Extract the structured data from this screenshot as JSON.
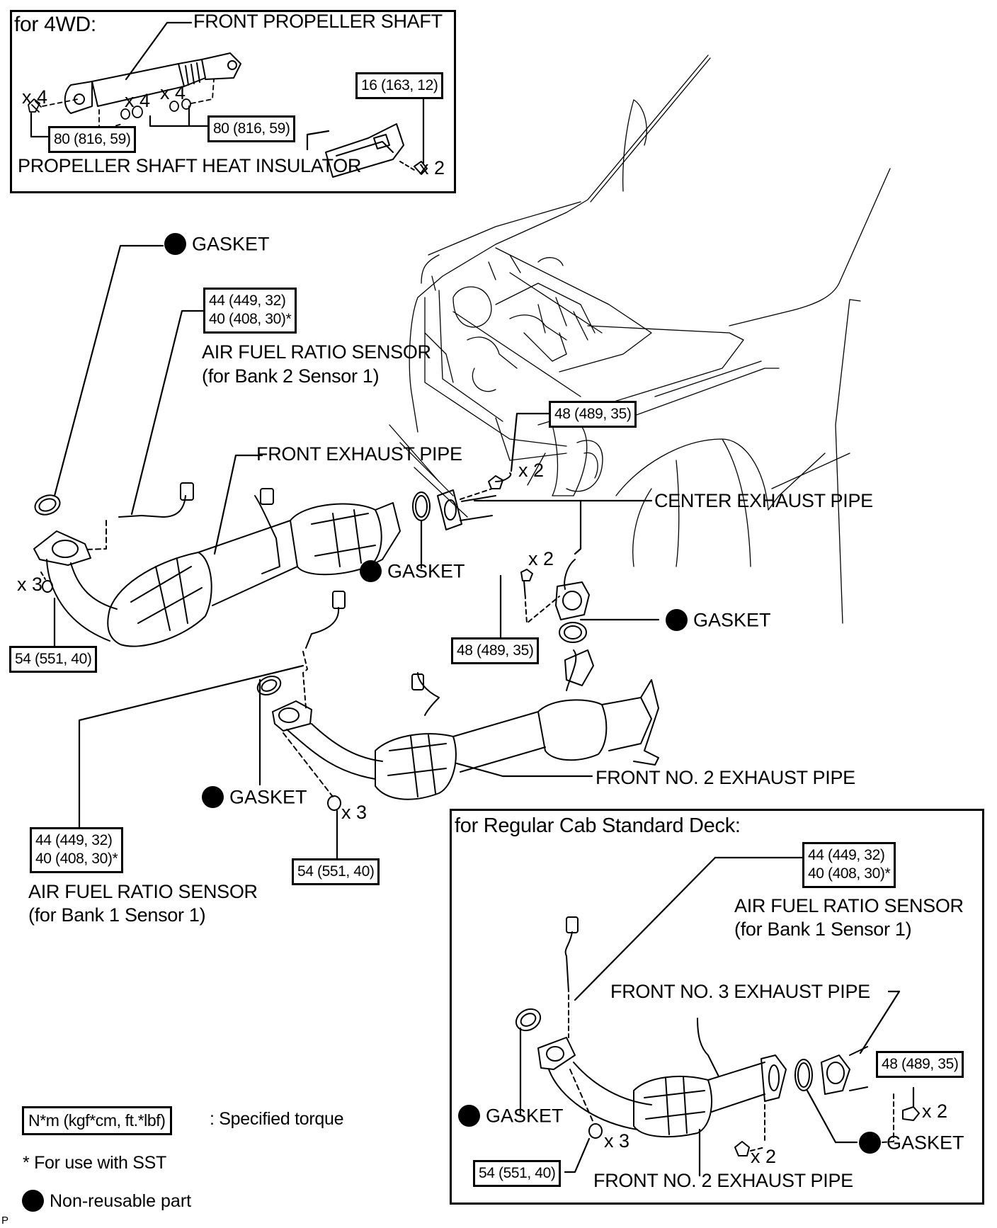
{
  "diagram": {
    "type": "exploded parts diagram",
    "colors": {
      "ink": "#000000",
      "background": "#ffffff"
    }
  },
  "inset_4wd": {
    "title": "for 4WD:",
    "front_propeller_shaft": "FRONT PROPELLER SHAFT",
    "heat_insulator": "PROPELLER SHAFT HEAT INSULATOR",
    "torque_bolt": "80 (816, 59)",
    "torque_nut": "80 (816, 59)",
    "torque_insulator": "16 (163, 12)",
    "qty_bolt": "x 4",
    "qty_washer": "x 4",
    "qty_nut": "x 4",
    "qty_insulator_bolt": "x 2"
  },
  "main": {
    "gasket_label": "GASKET",
    "af_sensor_bank2": {
      "name": "AIR FUEL RATIO SENSOR",
      "sub": "(for Bank 2 Sensor 1)",
      "torque_1": "44 (449, 32)",
      "torque_2": "40 (408, 30)*"
    },
    "front_exhaust_pipe": "FRONT EXHAUST PIPE",
    "center_exhaust_pipe": "CENTER EXHAUST PIPE",
    "torque_center_top": "48 (489, 35)",
    "qty_center_top": "x 2",
    "torque_center_bottom": "48 (489, 35)",
    "qty_center_bottom": "x 2",
    "qty_front_nut": "x 3",
    "torque_front_nut": "54 (551, 40)",
    "front_no2_exhaust_pipe": "FRONT NO. 2 EXHAUST PIPE",
    "qty_no2_nut": "x 3",
    "torque_no2_nut": "54 (551, 40)",
    "af_sensor_bank1": {
      "name": "AIR FUEL RATIO SENSOR",
      "sub": "(for Bank 1 Sensor 1)",
      "torque_1": "44 (449, 32)",
      "torque_2": "40 (408, 30)*"
    }
  },
  "inset_regular_cab": {
    "title": "for Regular Cab Standard Deck:",
    "af_sensor": {
      "name": "AIR FUEL RATIO SENSOR",
      "sub": "(for Bank 1 Sensor 1)",
      "torque_1": "44 (449, 32)",
      "torque_2": "40 (408, 30)*"
    },
    "front_no3_exhaust_pipe": "FRONT NO. 3 EXHAUST PIPE",
    "front_no2_exhaust_pipe": "FRONT NO. 2 EXHAUST PIPE",
    "torque_no3_bolt": "48 (489, 35)",
    "qty_no3_bolt": "x 2",
    "torque_nut": "54 (551, 40)",
    "qty_nut": "x 3",
    "qty_nut2": "x 2",
    "gasket_label": "GASKET"
  },
  "legend": {
    "torque_units": "N*m (kgf*cm, ft.*lbf)",
    "torque_desc": ": Specified torque",
    "sst_note": "* For use with SST",
    "non_reusable": "Non-reusable part"
  },
  "footer_code": "P"
}
